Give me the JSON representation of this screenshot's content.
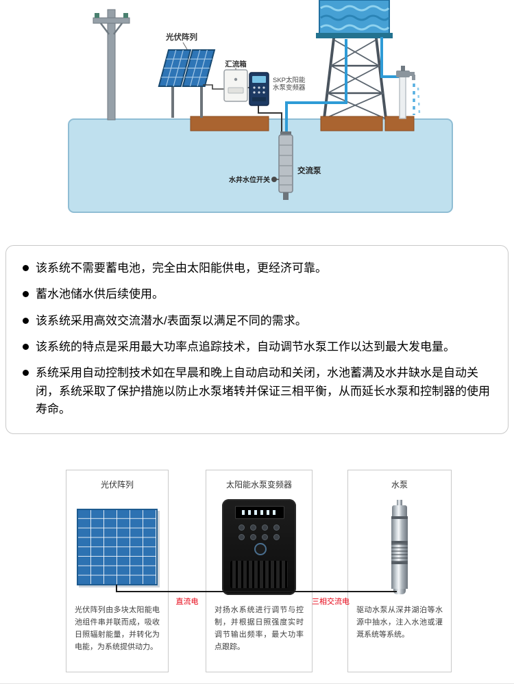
{
  "diagram": {
    "pv_array_label": "光伏阵列",
    "combiner_label": "汇流箱",
    "inverter_label_line1": "SKP太阳能",
    "inverter_label_line2": "水泵变频器",
    "ac_pump_label": "交流泵",
    "water_level_switch_label": "水井水位开关"
  },
  "features": {
    "items": [
      "该系统不需要蓄电池，完全由太阳能供电，更经济可靠。",
      "蓄水池储水供后续使用。",
      "该系统采用高效交流潜水/表面泵以满足不同的需求。",
      "该系统的特点是采用最大功率点追踪技术，自动调节水泵工作以达到最大发电量。",
      "系统采用自动控制技术如在早晨和晚上自动启动和关闭，水池蓄满及水井缺水是自动关闭，系统采取了保护措施以防止水泵堵转并保证三相平衡，从而延长水泵和控制器的使用寿命。"
    ]
  },
  "components": {
    "cards": [
      {
        "title": "光伏阵列",
        "description": "光伏阵列由多块太阳能电池组件串并联而成，吸收日照辐射能量，并转化为电能，为系统提供动力。"
      },
      {
        "title": "太阳能水泵变频器",
        "description": "对扬水系统进行调节与控制，并根据日照强度实时调节输出频率，最大功率点跟踪。"
      },
      {
        "title": "水泵",
        "description": "驱动水泵从深井湖泊等水源中抽水，注入水池或灌溉系统等系统。"
      }
    ],
    "dc_power_label": "直流电",
    "ac_power_label": "三相交流电"
  },
  "colors": {
    "accent_red": "#e60012",
    "water_blue": "#bfe0ee",
    "pipe_blue": "#2e9bd6",
    "ground_brown": "#aa6430",
    "panel_blue": "#2d72b2"
  }
}
